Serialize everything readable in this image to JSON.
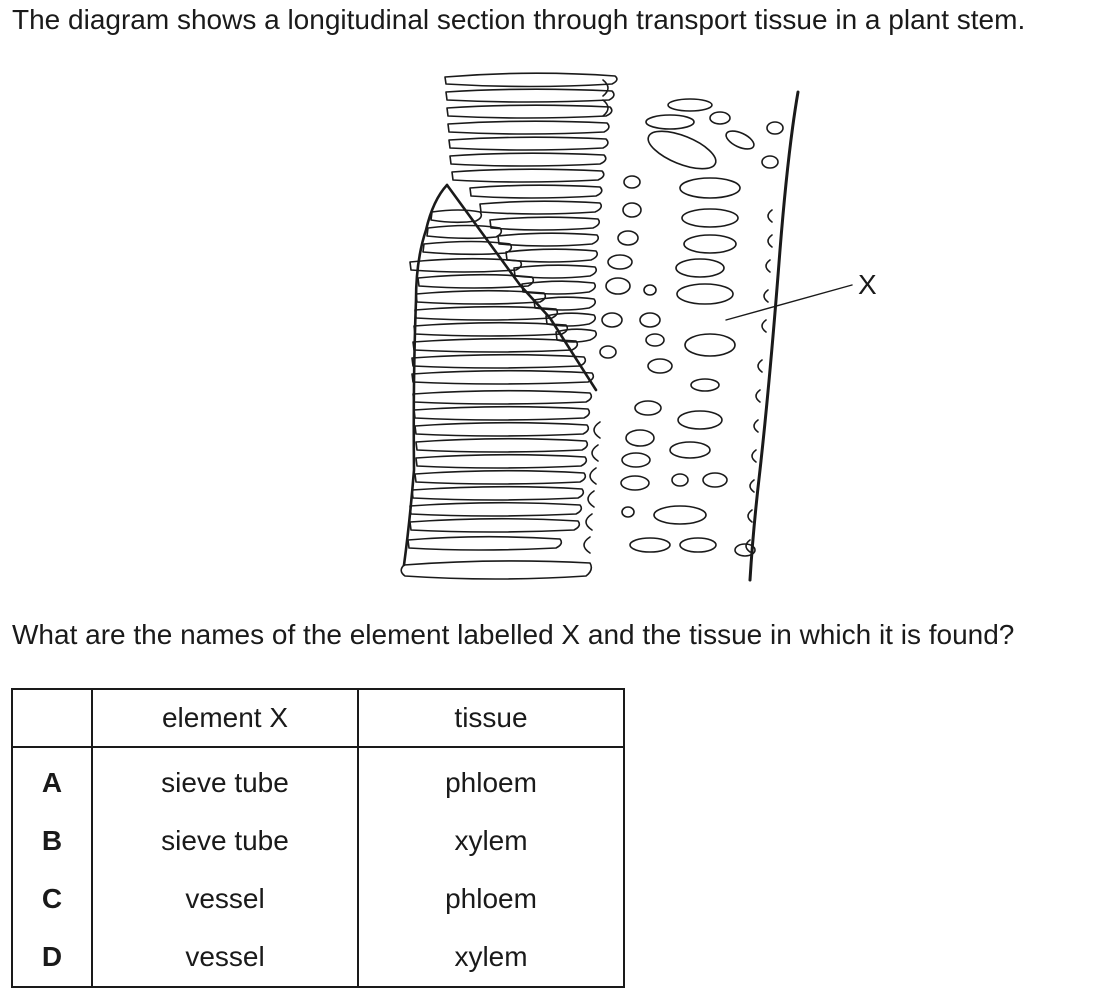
{
  "intro": "The diagram shows a longitudinal section through transport tissue in a plant stem.",
  "diagram": {
    "label": "X"
  },
  "question": "What are the names of the element labelled X and the tissue in which it is found?",
  "table": {
    "headers": [
      "",
      "element X",
      "tissue"
    ],
    "rows": [
      {
        "letter": "A",
        "element": "sieve tube",
        "tissue": "phloem"
      },
      {
        "letter": "B",
        "element": "sieve tube",
        "tissue": "xylem"
      },
      {
        "letter": "C",
        "element": "vessel",
        "tissue": "phloem"
      },
      {
        "letter": "D",
        "element": "vessel",
        "tissue": "xylem"
      }
    ]
  }
}
